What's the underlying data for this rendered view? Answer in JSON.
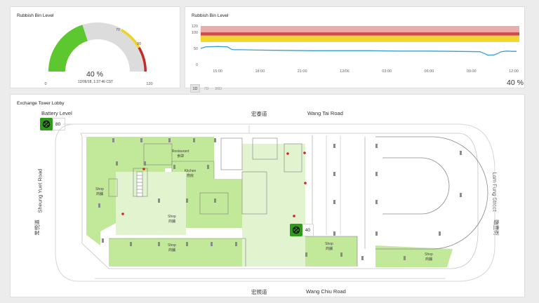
{
  "gauge_panel": {
    "title": "Rubbish Bin Level",
    "gauge": {
      "value_text": "40 %",
      "value": 40,
      "min": 0,
      "max": 120,
      "min_label": "0",
      "max_label": "120",
      "warn_label": "70",
      "alarm_label": "90",
      "timestamp": "12/06/18, 1:37:46 CST",
      "colors": {
        "fill": "#5cc72e",
        "track": "#dcdcdc",
        "warn": "#f2d21c",
        "alarm": "#c92a2a"
      }
    }
  },
  "trend_panel": {
    "title": "Rubbish Bin Level",
    "range_buttons": [
      "1D",
      "7D",
      "30D"
    ],
    "active_range": "1D",
    "current_value_text": "40 %",
    "chart_data": {
      "type": "line",
      "y_ticks": [
        "120",
        "100",
        "50",
        "0"
      ],
      "x_ticks": [
        "15:00",
        "18:00",
        "21:00",
        "12/06",
        "03:00",
        "06:00",
        "09:00",
        "12:00"
      ],
      "ylim": [
        0,
        120
      ],
      "bands": [
        {
          "from": 90,
          "to": 120,
          "color": "#c92a2a"
        },
        {
          "from": 70,
          "to": 90,
          "color": "#f2d21c"
        }
      ],
      "series": [
        {
          "color": "#3a9fd6",
          "points": [
            [
              0,
              50
            ],
            [
              0.35,
              55
            ],
            [
              1.2,
              56
            ],
            [
              1.9,
              55
            ],
            [
              2.2,
              47
            ],
            [
              2.4,
              46
            ],
            [
              3.0,
              46
            ],
            [
              4.0,
              45
            ],
            [
              6.0,
              44
            ],
            [
              8.0,
              43
            ],
            [
              10.0,
              43
            ],
            [
              12.0,
              43
            ],
            [
              14.0,
              42
            ],
            [
              16.0,
              42
            ],
            [
              18.0,
              41
            ],
            [
              19.8,
              40
            ],
            [
              20.2,
              33
            ],
            [
              20.35,
              29
            ],
            [
              20.8,
              30
            ],
            [
              21.05,
              34
            ],
            [
              21.3,
              40
            ],
            [
              21.7,
              42
            ],
            [
              22.1,
              41
            ],
            [
              22.4,
              41
            ]
          ]
        }
      ]
    }
  },
  "map_panel": {
    "title": "Exchange Tower Lobby",
    "battery_label": "Battery Level",
    "battery_value": "80",
    "bin_value": "40",
    "roads": {
      "north_cn": "宏泰道",
      "north_en": "Wang Tai Road",
      "south_cn": "宏照道",
      "south_en": "Wang Chiu Road",
      "west_cn": "常悦道",
      "west_en": "Sheung Yuet Road",
      "east_cn": "臨豐街",
      "east_en": "Lam Fung Street"
    },
    "room_labels": {
      "restaurant": "Restaurant",
      "restaurant_cn": "食肆",
      "kitchen": "Kitchen",
      "kitchen_cn": "廚房",
      "shop": "Shop",
      "shop_cn": "商舖"
    },
    "colors": {
      "zone": "#c2e89a",
      "zone_light": "#e2f3d0",
      "sensor": "#d42020",
      "icon_bg": "#2e9a17"
    }
  }
}
